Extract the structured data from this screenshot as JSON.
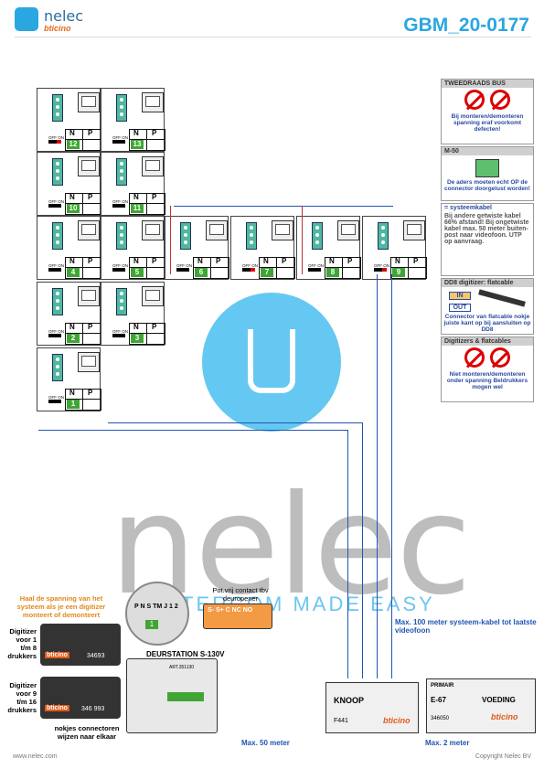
{
  "header": {
    "doc_code": "GBM_20-0177",
    "brand_name": "nelec",
    "brand_sub": "bticino"
  },
  "footer": {
    "url": "www.nelec.com",
    "copyright": "Copyright Nelec BV"
  },
  "watermark": {
    "word": "nelec",
    "tagline": "INTERCOM MADE EASY"
  },
  "panels": [
    {
      "num": "12",
      "red": true
    },
    {
      "num": "13",
      "red": false
    },
    {
      "num": "10",
      "red": false
    },
    {
      "num": "11",
      "red": false
    },
    {
      "num": "4",
      "red": false
    },
    {
      "num": "5",
      "red": false
    },
    {
      "num": "6",
      "red": false
    },
    {
      "num": "7",
      "red": true
    },
    {
      "num": "8",
      "red": false
    },
    {
      "num": "9",
      "red": true
    },
    {
      "num": "2",
      "red": false
    },
    {
      "num": "3",
      "red": false
    },
    {
      "num": "1",
      "red": false
    }
  ],
  "panel_labels": {
    "n": "N",
    "p": "P",
    "offon": "OFF ON"
  },
  "notes": {
    "tweedraads": {
      "title": "TWEEDRAADS BUS",
      "text": "Bij monteren/demonteren spanning eraf voorkomt defecten!"
    },
    "m50": {
      "title": "M-50",
      "text": "De aders moeten echt OP de connector doorgelust worden!"
    },
    "systeemkabel": {
      "title": "= systeemkabel",
      "text": "Bij andere getwiste kabel 66% afstand! Bij ongetwiste kabel max. 50 meter buiten-post naar videofoon. UTP op aanvraag."
    },
    "dd8": {
      "title": "DD8 digitizer: flatcable",
      "in": "IN",
      "out": "OUT",
      "text": "Connector van flatcable nokje juiste kant op bij aansluiten op DD8"
    },
    "digitizers": {
      "title": "Digitizers & flatcables",
      "text": "Niet monteren/demonteren onder spanning Beldrukkers mogen wel"
    }
  },
  "left_notes": {
    "warning": "Haal de spanning van het systeem als je een digitizer monteert of demonteert",
    "dig1": "Digitizer voor 1 t/m 8 drukkers",
    "dig2": "Digitizer voor 9 t/m 16 drukkers",
    "nokjes": "nokjes connectoren wijzen naar elkaar",
    "dig1_code": "34693",
    "dig2_code": "346 993",
    "dig_brand": "bticino"
  },
  "deurstation": {
    "title": "DEURSTATION S-130V",
    "code": "ART.351130"
  },
  "potvrij": {
    "title": "Pot.vrij contact tbv deuropener",
    "terms": "S-  S+ C NC NO"
  },
  "pin_circle": {
    "labels": "P N S TM J 1 2",
    "bottom": "1"
  },
  "knoop": {
    "title": "KNOOP",
    "code": "F441",
    "brand": "bticino"
  },
  "voeding": {
    "title": "VOEDING",
    "code_a": "E-67",
    "code_b": "346050",
    "primair": "PRIMAIR",
    "brand": "bticino"
  },
  "dist": {
    "max50": "Max. 50 meter",
    "max2": "Max. 2 meter",
    "max100": "Max. 100 meter systeem-kabel tot laatste videofoon"
  }
}
